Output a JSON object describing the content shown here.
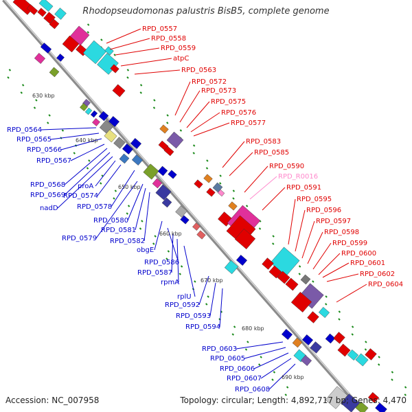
{
  "title": "Rhodopseudomonas palustris BisB5, complete genome",
  "footer": {
    "accession": "Accession: NC_007958",
    "topology": "Topology: circular; Length: 4,892,717 bp; Genes: 4,470"
  },
  "colors": {
    "forward": "#e00000",
    "reverse": "#0000cc",
    "rna": "#ff88cc",
    "backbone": "#999999",
    "scale_tick": "#1a8a1a"
  },
  "scale_labels": [
    "630 kbp",
    "640 kbp",
    "650 kbp",
    "660 kbp",
    "670 kbp",
    "680 kbp",
    "690 kbp"
  ],
  "right_labels": [
    "RPD_0557",
    "RPD_0558",
    "RPD_0559",
    "atpC",
    "RPD_0563",
    "RPD_0572",
    "RPD_0573",
    "RPD_0575",
    "RPD_0576",
    "RPD_0577",
    "RPD_0583",
    "RPD_0585",
    "RPD_0590",
    "RPD_R0016",
    "RPD_0591",
    "RPD_0595",
    "RPD_0596",
    "RPD_0597",
    "RPD_0598",
    "RPD_0599",
    "RPD_0600",
    "RPD_0601",
    "RPD_0602",
    "RPD_0604"
  ],
  "left_labels": [
    "RPD_0564",
    "RPD_0565",
    "RPD_0566",
    "RPD_0567",
    "RPD_0568",
    "RPD_0569",
    "nadD",
    "proA",
    "RPD_0574",
    "RPD_0578",
    "RPD_0579",
    "RPD_0580",
    "RPD_0581",
    "RPD_0582",
    "obgE",
    "RPD_0586",
    "RPD_0587",
    "rpmA",
    "rplU",
    "RPD_0592",
    "RPD_0593",
    "RPD_0594",
    "RPD_0603",
    "RPD_0605",
    "RPD_0606",
    "RPD_0607",
    "RPD_0608"
  ]
}
